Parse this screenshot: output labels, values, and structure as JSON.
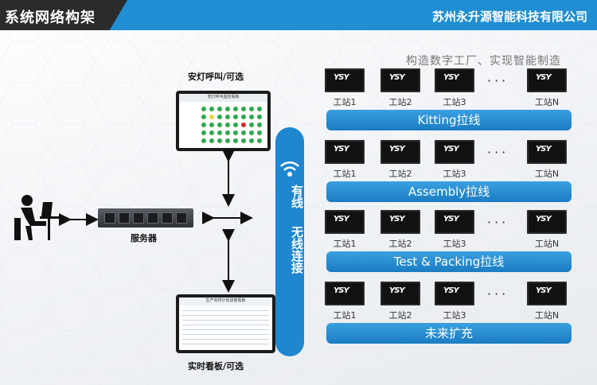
{
  "header": {
    "title": "系统网络构架",
    "company": "苏州永升源智能科技有限公司"
  },
  "slogan": "构造数字工厂、实现智能制造",
  "andon": {
    "label": "安灯呼叫/可选",
    "screen_title": "安灯呼叫监控看板"
  },
  "server_label": "服务器",
  "kanban": {
    "label": "实时看板/可选",
    "screen_title": "生产实时计划进度看板"
  },
  "wireless": {
    "wired": "有线",
    "wireless": "无线连接"
  },
  "logo_text": "YSY",
  "rows": [
    {
      "stations": [
        "工站1",
        "工站2",
        "工站3",
        "工站N"
      ],
      "line": "Kitting拉线"
    },
    {
      "stations": [
        "工站1",
        "工站2",
        "工站3",
        "工站N"
      ],
      "line": "Assembly拉线"
    },
    {
      "stations": [
        "工站1",
        "工站2",
        "工站3",
        "工站N"
      ],
      "line": "Test & Packing拉线"
    },
    {
      "stations": [
        "工站1",
        "工站2",
        "工站3",
        "工站N"
      ],
      "line": "未来扩充"
    }
  ],
  "ellipsis": "···",
  "colors": {
    "header_blue": "#1f8ed3",
    "header_dark": "#2b2b2b",
    "bar_blue": "#1b7cc2",
    "andon_green": "#2fa84f",
    "andon_red": "#d32a2a",
    "andon_yellow": "#f0d23a"
  }
}
